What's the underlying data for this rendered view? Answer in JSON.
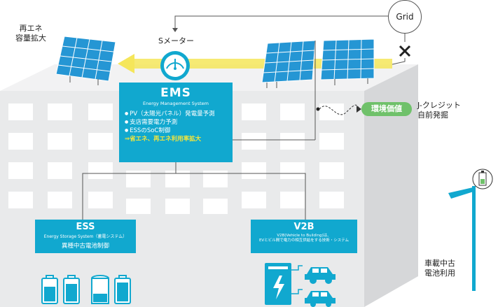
{
  "labels": {
    "renewable_expansion": [
      "再エネ",
      "容量拡大"
    ],
    "smart_meter": "Sメーター",
    "grid": "Grid",
    "environmental_value": "環境価値",
    "jcredit": [
      "J-クレジット",
      "自前発掘"
    ],
    "used_ev_battery": [
      "車載中古",
      "電池利用"
    ]
  },
  "ems": {
    "title": "EMS",
    "subtitle": "Energy Management System",
    "items": [
      "PV（太陽光パネル）発電量予測",
      "支店需要電力予測",
      "ESSのSoC制御"
    ],
    "highlight": "⇒省エネ、再エネ利用率拡大"
  },
  "ess": {
    "title": "ESS",
    "subtitle": "Energy Storage System（蓄電システム）",
    "body": "異種中古電池制御"
  },
  "v2b": {
    "title": "V2B",
    "subtitle": [
      "V2B(Vehicle to Building)は、",
      "EVとビル間で電力の相互供給をする技術・システム"
    ]
  },
  "colors": {
    "accent": "#11a8cf",
    "building_face": "#e9eaeb",
    "building_side": "#d6d7d9",
    "window": "#ffffff",
    "pill": "#6fc16a",
    "arrow": "#f5e65a",
    "solar": "#2596d4"
  }
}
